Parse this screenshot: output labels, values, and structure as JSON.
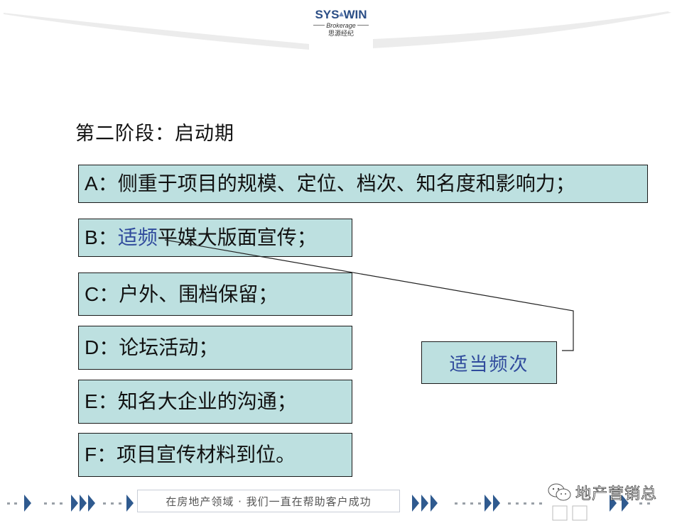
{
  "header": {
    "logo_main_left": "SYS",
    "logo_main_sep": "▴",
    "logo_main_right": "WIN",
    "logo_sub": "Brokerage",
    "logo_cn": "思源经纪"
  },
  "slide": {
    "title": "第二阶段：启动期",
    "items": [
      {
        "letter": "A",
        "sep": "：",
        "text": "侧重于项目的规模、定位、档次、知名度和影响力；"
      },
      {
        "letter": "B",
        "sep": "：",
        "highlight": "适频",
        "text": "平媒大版面宣传；"
      },
      {
        "letter": "C",
        "sep": "：",
        "text": "户外、围档保留；"
      },
      {
        "letter": "D",
        "sep": "：",
        "text": "论坛活动；"
      },
      {
        "letter": "E",
        "sep": "：",
        "text": "知名大企业的沟通；"
      },
      {
        "letter": "F",
        "sep": "：",
        "text": "项目宣传材料到位。"
      }
    ],
    "callout": "适当频次"
  },
  "footer": {
    "slogan": "在房地产领域 · 我们一直在帮助客户成功",
    "watermark": "地产营销总"
  },
  "colors": {
    "box_fill": "#bde0e0",
    "highlight_text": "#2f4a9c",
    "arrow": "#2f5a8f",
    "logo_blue": "#2b4e86"
  }
}
